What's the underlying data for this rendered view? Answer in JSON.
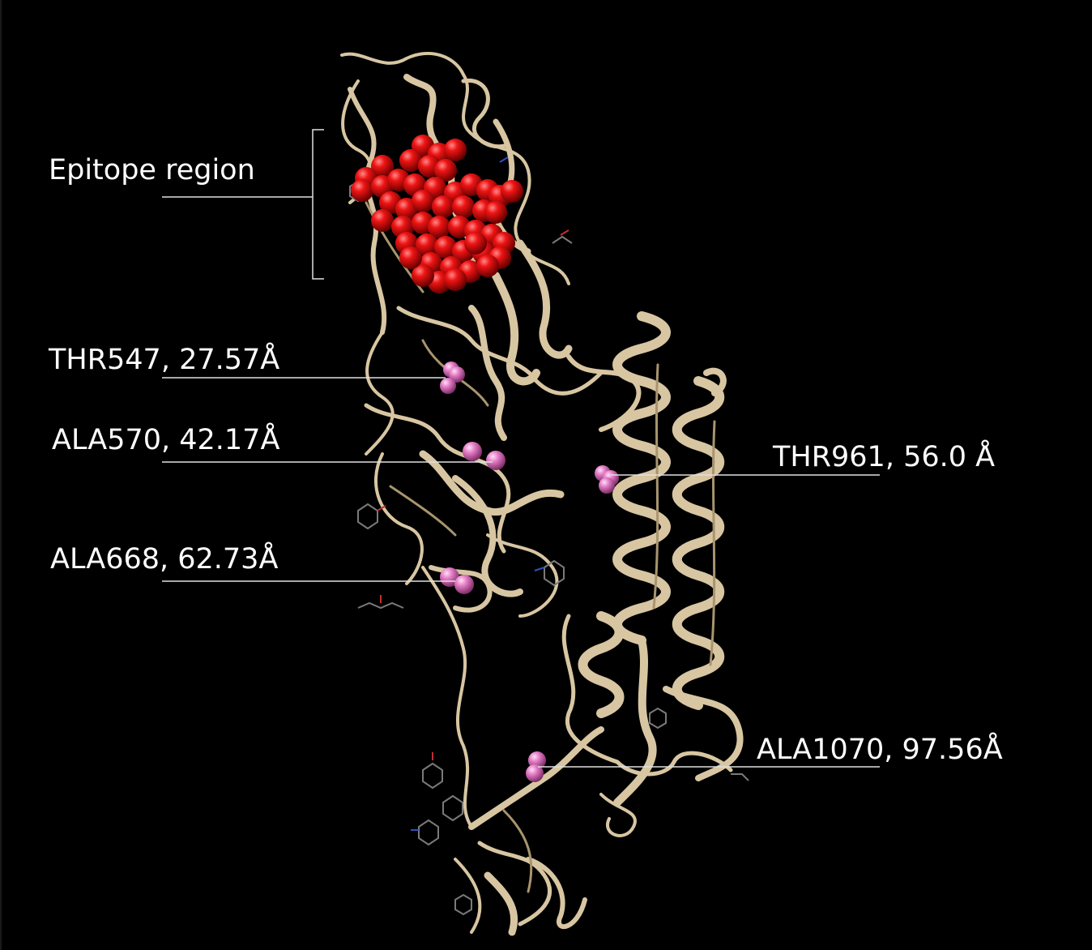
{
  "labels": {
    "epitope": "Epitope region",
    "thr547": "THR547, 27.57Å",
    "ala570": "ALA570, 42.17Å",
    "ala668": "ALA668, 62.73Å",
    "thr961": "THR961, 56.0 Å",
    "ala1070": "ALA1070, 97.56Å"
  },
  "colors": {
    "background": "#000000",
    "ribbon": "#d8c6a2",
    "ribbon_shade": "#a8956f",
    "epitope_atoms": "#e10a0a",
    "residue_atoms": "#e47cc6",
    "label_text": "#ffffff",
    "leader_line": "#e0e0e0"
  }
}
